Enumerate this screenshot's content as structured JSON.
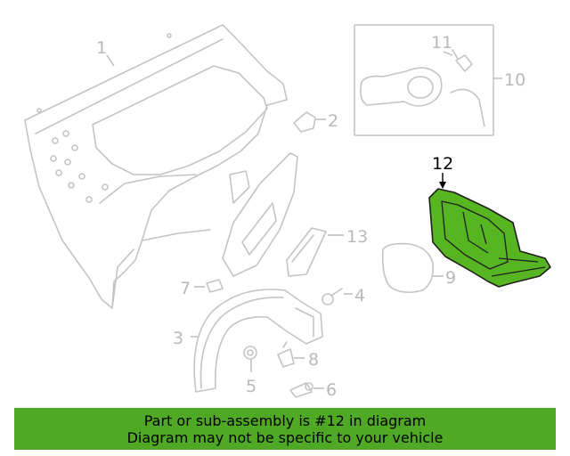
{
  "callouts": {
    "c1": "1",
    "c2": "2",
    "c3": "3",
    "c4": "4",
    "c5": "5",
    "c6": "6",
    "c7": "7",
    "c8": "8",
    "c9": "9",
    "c10": "10",
    "c11": "11",
    "c12": "12",
    "c13": "13"
  },
  "highlight_part": "12",
  "colors": {
    "highlight_fill": "#56b521",
    "banner": "#4fa925",
    "linework": "#c4c4c4"
  },
  "banner": {
    "line1": "Part or sub-assembly is #12 in diagram",
    "line2": "Diagram may not be specific to your vehicle"
  }
}
